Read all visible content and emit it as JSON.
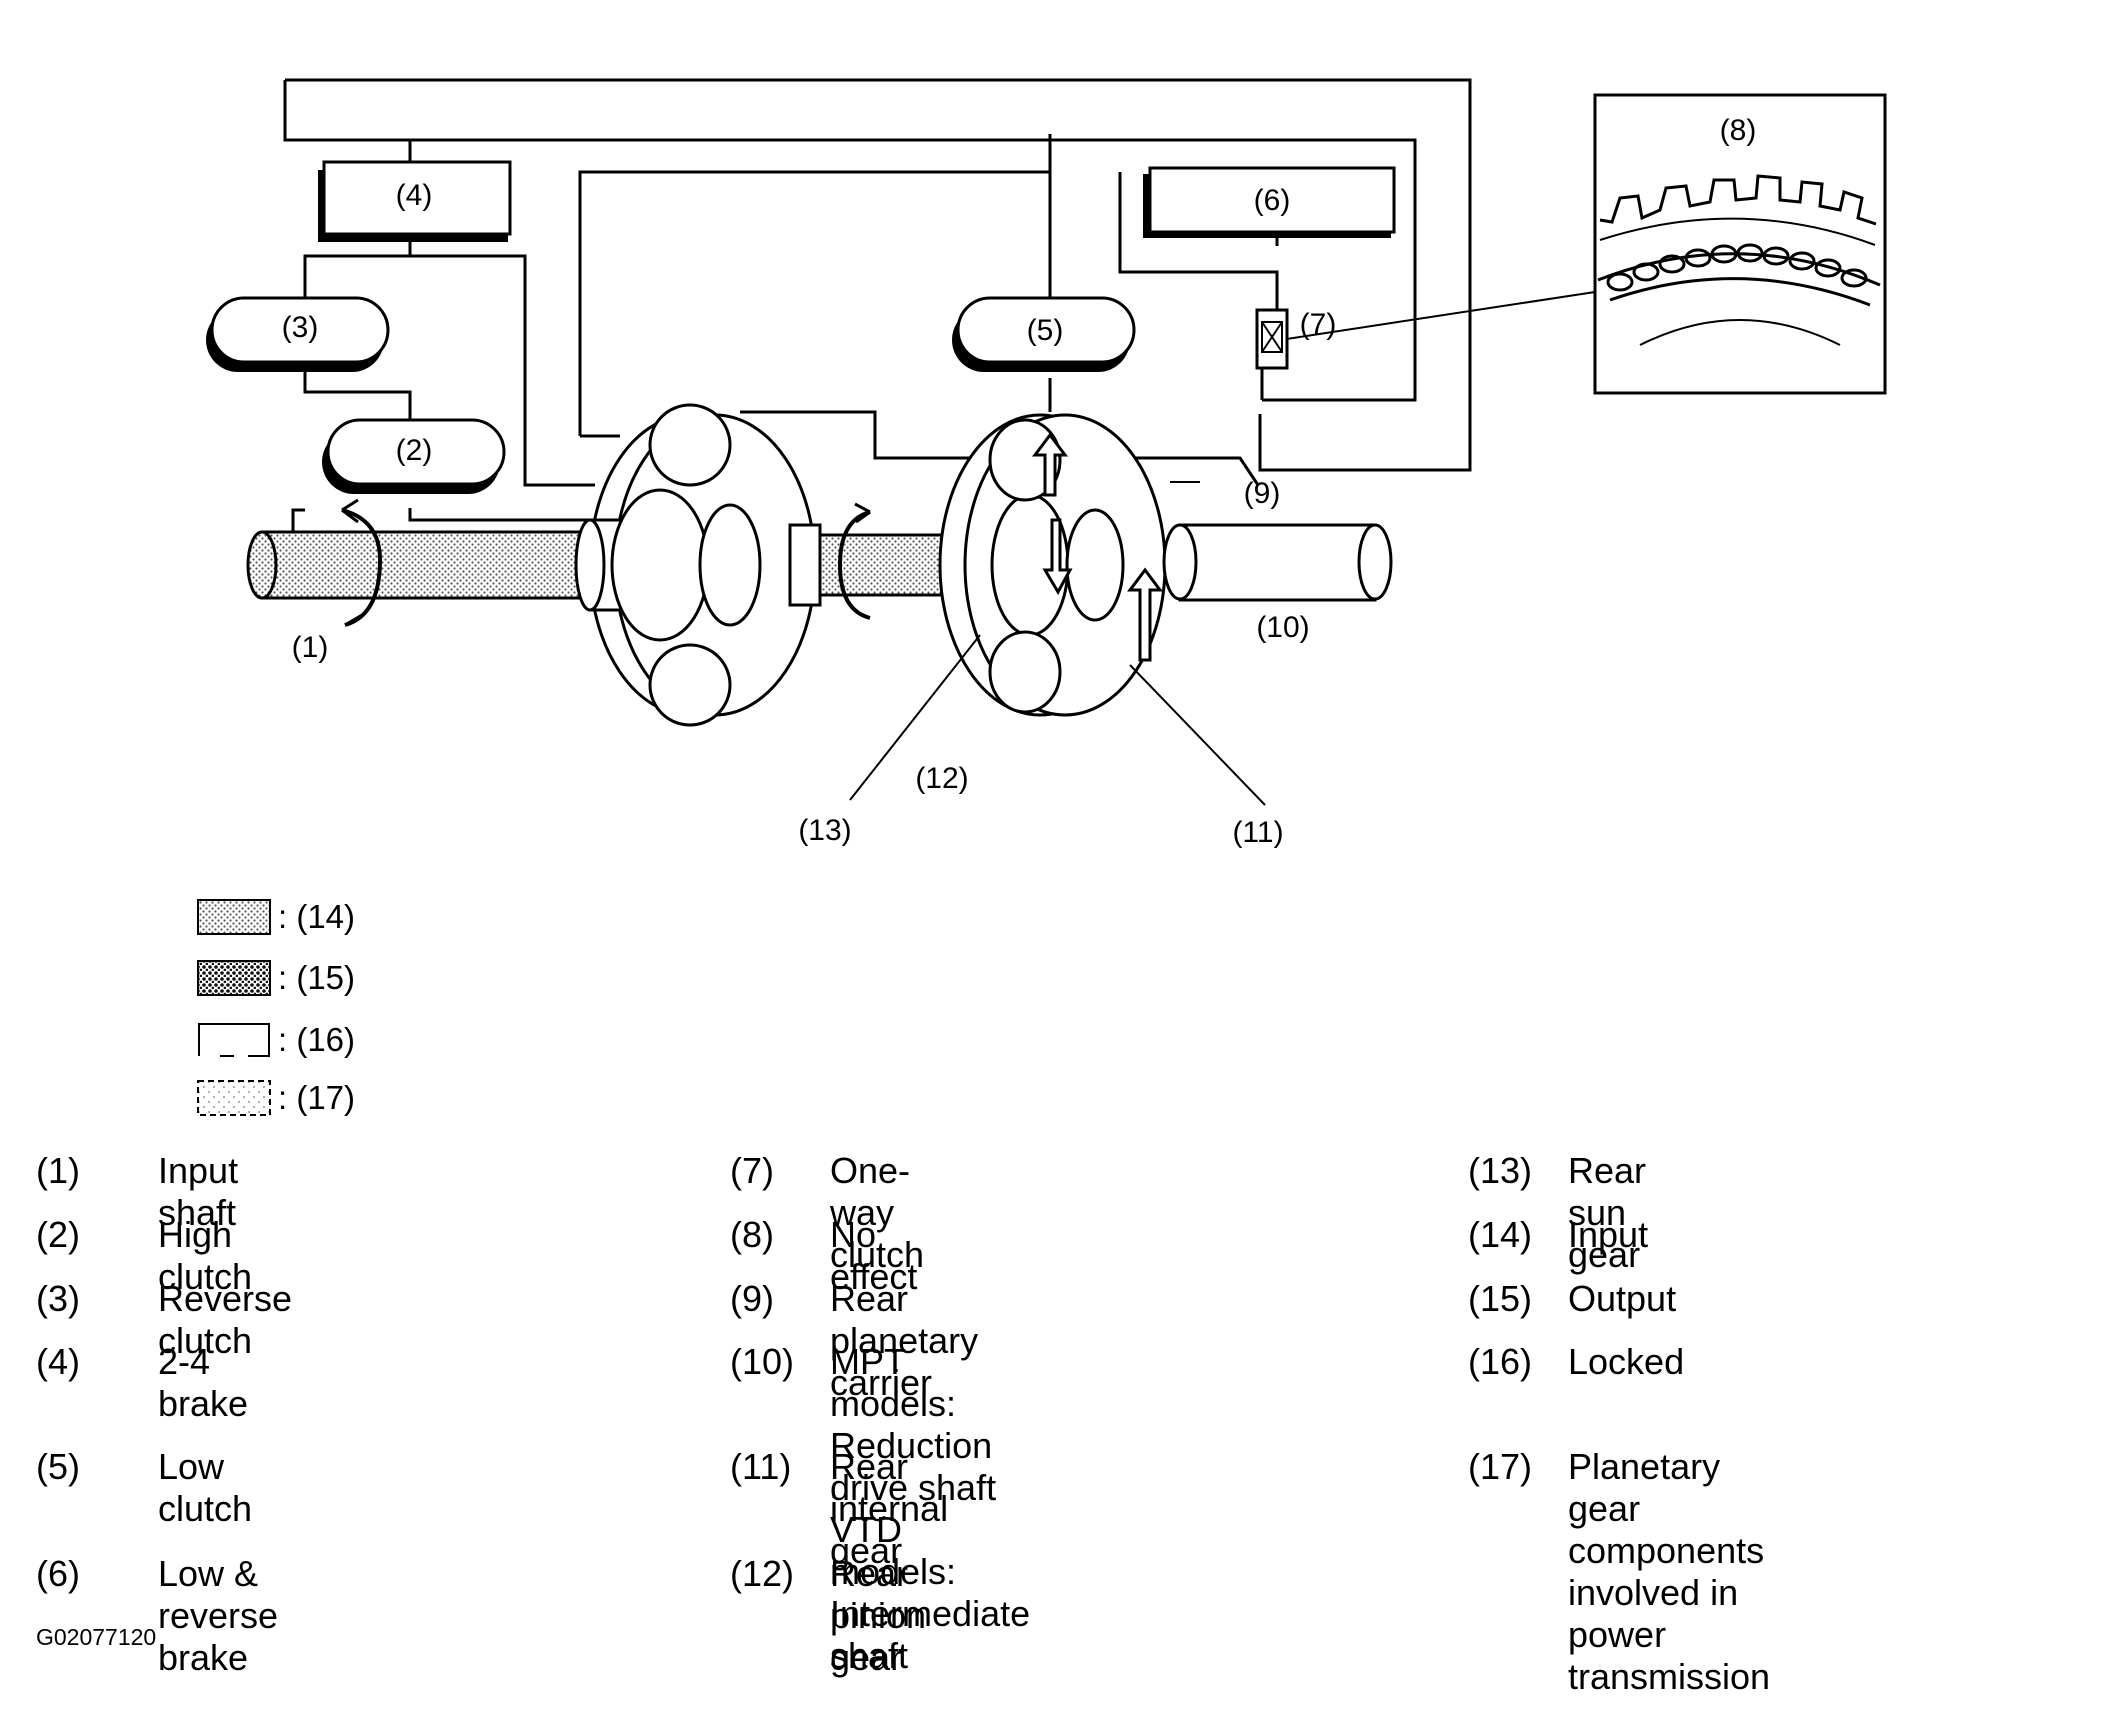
{
  "diagram": {
    "callouts": {
      "c1": "(1)",
      "c2": "(2)",
      "c3": "(3)",
      "c4": "(4)",
      "c5": "(5)",
      "c6": "(6)",
      "c7": "(7)",
      "c8": "(8)",
      "c9": "(9)",
      "c10": "(10)",
      "c11": "(11)",
      "c12": "(12)",
      "c13": "(13)"
    }
  },
  "legend": [
    {
      "pattern": "light-dots",
      "label": ": (14)"
    },
    {
      "pattern": "dense-dots",
      "label": ": (15)"
    },
    {
      "pattern": "dashed-box",
      "label": ": (16)"
    },
    {
      "pattern": "sparse-dots",
      "label": ": (17)"
    }
  ],
  "key": {
    "col1": [
      {
        "num": "(1)",
        "text": "Input shaft"
      },
      {
        "num": "(2)",
        "text": "High clutch"
      },
      {
        "num": "(3)",
        "text": "Reverse clutch"
      },
      {
        "num": "(4)",
        "text": "2-4 brake"
      },
      {
        "num": "(5)",
        "text": "Low clutch"
      },
      {
        "num": "(6)",
        "text": "Low & reverse brake"
      }
    ],
    "col2": [
      {
        "num": "(7)",
        "text": "One-way clutch"
      },
      {
        "num": "(8)",
        "text": "No effect"
      },
      {
        "num": "(9)",
        "text": "Rear planetary carrier"
      },
      {
        "num": "(10)",
        "text": "MPT models: Reduction drive shaft\nVTD models: Intermediate shaft"
      },
      {
        "num": "(11)",
        "text": "Rear internal gear"
      },
      {
        "num": "(12)",
        "text": "Rear pinion gear"
      }
    ],
    "col3": [
      {
        "num": "(13)",
        "text": "Rear sun gear"
      },
      {
        "num": "(14)",
        "text": "Input"
      },
      {
        "num": "(15)",
        "text": "Output"
      },
      {
        "num": "(16)",
        "text": "Locked"
      },
      {
        "num": "(17)",
        "text": "Planetary gear components\ninvolved in power transmission"
      }
    ]
  },
  "figure_id": "G02077120"
}
